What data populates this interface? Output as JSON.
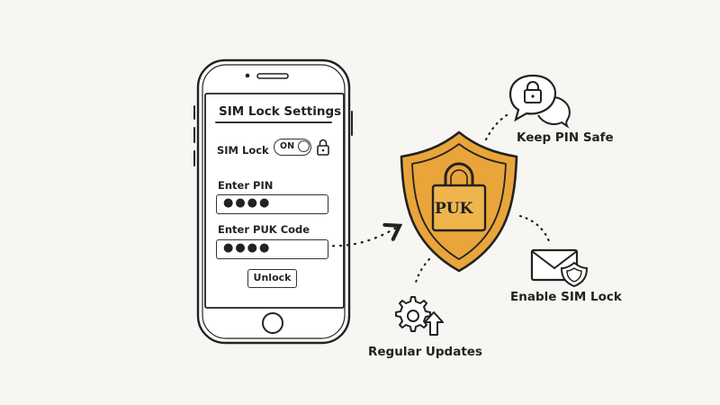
{
  "phone": {
    "screen_title": "SIM Lock Settings",
    "sim_lock_label": "SIM Lock",
    "toggle_state": "ON",
    "pin_label": "Enter PIN",
    "pin_value": "●●●●",
    "puk_label": "Enter PUK Code",
    "puk_value": "●●●●",
    "unlock_label": "Unlock"
  },
  "shield": {
    "lock_text": "PUK",
    "color": "#e9a53a"
  },
  "tips": {
    "keep_pin_safe": "Keep PIN Safe",
    "enable_sim_lock": "Enable SIM Lock",
    "regular_updates": "Regular Updates"
  },
  "icons": {
    "chat_lock": "chat-bubbles-lock-icon",
    "mail_shield": "envelope-shield-icon",
    "gear_update": "gear-arrow-icon"
  }
}
